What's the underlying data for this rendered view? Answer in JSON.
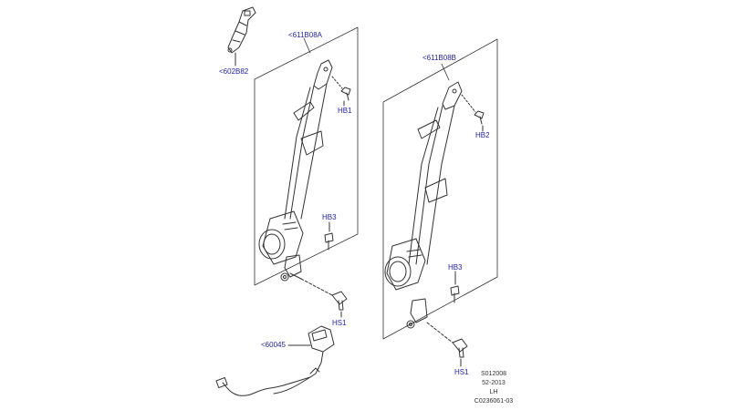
{
  "labels": {
    "part_602b82": "<602B82",
    "part_611b08a": "<611B08A",
    "part_611b08b": "<611B08B",
    "part_60045": "<60045",
    "hb1": "HB1",
    "hb2": "HB2",
    "hb3_left": "HB3",
    "hb3_right": "HB3",
    "hs1_left": "HS1",
    "hs1_right": "HS1"
  },
  "reference": {
    "code1": "S012008",
    "code2": "52-2013",
    "side": "LH",
    "illustration": "C0236061-03"
  },
  "colors": {
    "label": "#1f1fa8",
    "line": "#333333",
    "background": "#ffffff"
  }
}
